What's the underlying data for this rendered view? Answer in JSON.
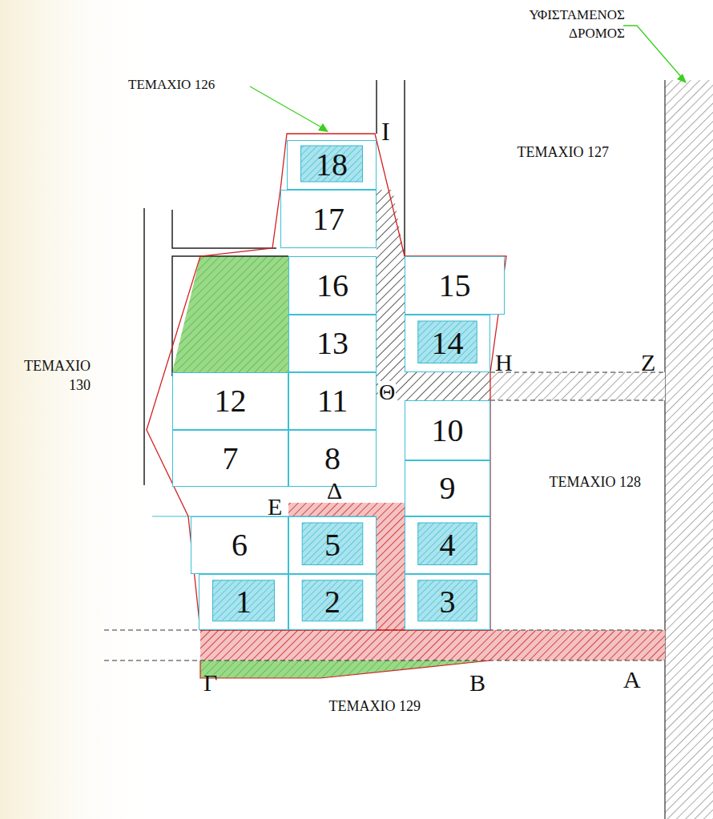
{
  "diagram": {
    "nodes": [
      {
        "text": [
          "18"
        ]
      },
      {
        "text": [
          "17"
        ]
      },
      {
        "text": [
          "16"
        ]
      },
      {
        "text": [
          "15"
        ]
      },
      {
        "text": [
          "13"
        ]
      },
      {
        "text": [
          "14"
        ]
      },
      {
        "text": [
          "12"
        ]
      },
      {
        "text": [
          "11"
        ]
      },
      {
        "text": [
          "10"
        ]
      },
      {
        "text": [
          "7"
        ]
      },
      {
        "text": [
          "8"
        ]
      },
      {
        "text": [
          "9"
        ]
      },
      {
        "text": [
          "6"
        ]
      },
      {
        "text": [
          "5"
        ]
      },
      {
        "text": [
          "4"
        ]
      },
      {
        "text": [
          "1"
        ]
      },
      {
        "text": [
          "2"
        ]
      },
      {
        "text": [
          "3"
        ]
      }
    ],
    "labels": [
      "ΥΦΙΣΤΑΜΕΝΟΣ ΔΡΟΜΟΣ",
      "ΤΕΜΑΧΙΟ 126",
      "Ι",
      "ΤΕΜΑΧΙΟ 127",
      "ΤΕΜΑΧΙΟ 130",
      "Η",
      "Ζ",
      "Θ",
      "ΤΕΜΑΧΙΟ 128",
      "Ε",
      "Δ",
      "Γ",
      "Β",
      "Α",
      "ΤΕΜΑΧΙΟ 129"
    ]
  }
}
